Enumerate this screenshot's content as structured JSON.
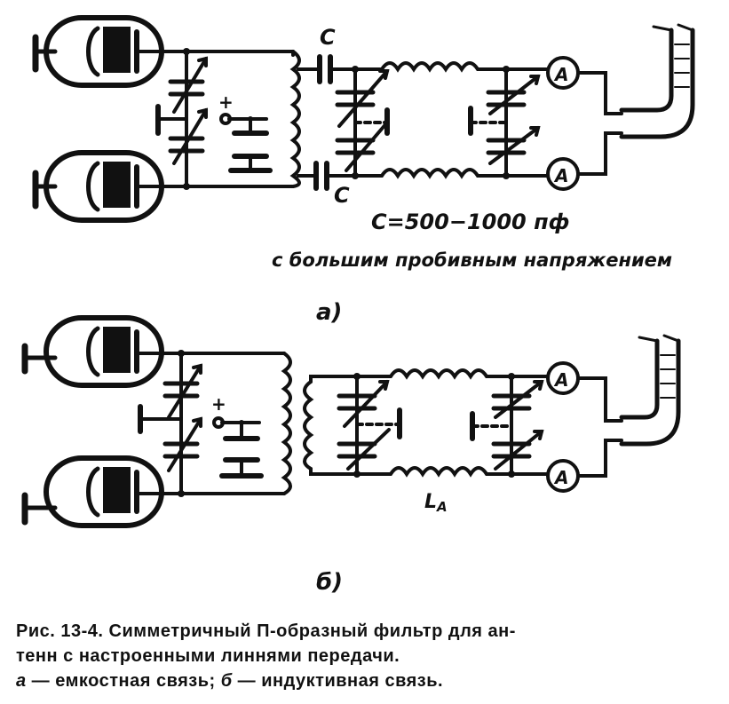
{
  "diagram_a": {
    "capacitor_label_top": "C",
    "capacitor_label_bottom": "C",
    "plus_sign": "+",
    "ammeter_label": "A",
    "note_value": "C=500−1000 пф",
    "note_text": "с большим пробивным напряжением",
    "part_label": "а)"
  },
  "diagram_b": {
    "plus_sign": "+",
    "ammeter_label": "A",
    "inductor_label": "L",
    "inductor_subscript": "A",
    "part_label": "б)"
  },
  "caption": {
    "line1": "Рис. 13-4. Симметричный П-образный фильтр для ан-",
    "line2": "тенн с настроенными линнями передачи.",
    "line3_a_letter": "а",
    "line3_a_text": " — емкостная связь; ",
    "line3_b_letter": "б",
    "line3_b_text": " — индуктивная связь."
  }
}
